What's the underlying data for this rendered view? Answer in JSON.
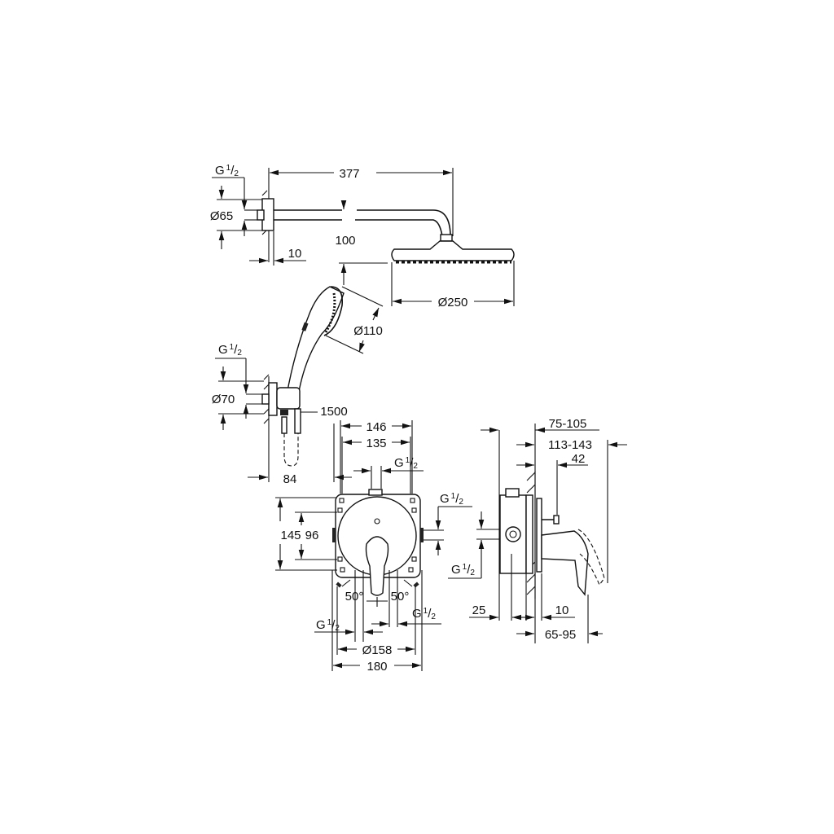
{
  "drawing": {
    "thread": {
      "g": "G",
      "num": "1",
      "slash": "/",
      "den": "2"
    },
    "head_shower": {
      "arm_length": "377",
      "flange_diameter": "Ø65",
      "arm_drop": "100",
      "flange_depth": "10",
      "head_diameter": "Ø250"
    },
    "hand_shower": {
      "head_diameter": "Ø110",
      "elbow_diameter": "Ø70",
      "hose_length": "1500",
      "projection": "84"
    },
    "mixer_front": {
      "width_outer": "146",
      "width_inner": "135",
      "height_outer": "145",
      "height_inner": "96",
      "angle_left": "50°",
      "angle_right": "50°",
      "rosette_diameter": "Ø158",
      "total_width": "180"
    },
    "mixer_side": {
      "depth_range_1": "75-105",
      "depth_range_2": "113-143",
      "depth_42": "42",
      "depth_25": "25",
      "depth_10": "10",
      "depth_range_3": "65-95"
    }
  }
}
